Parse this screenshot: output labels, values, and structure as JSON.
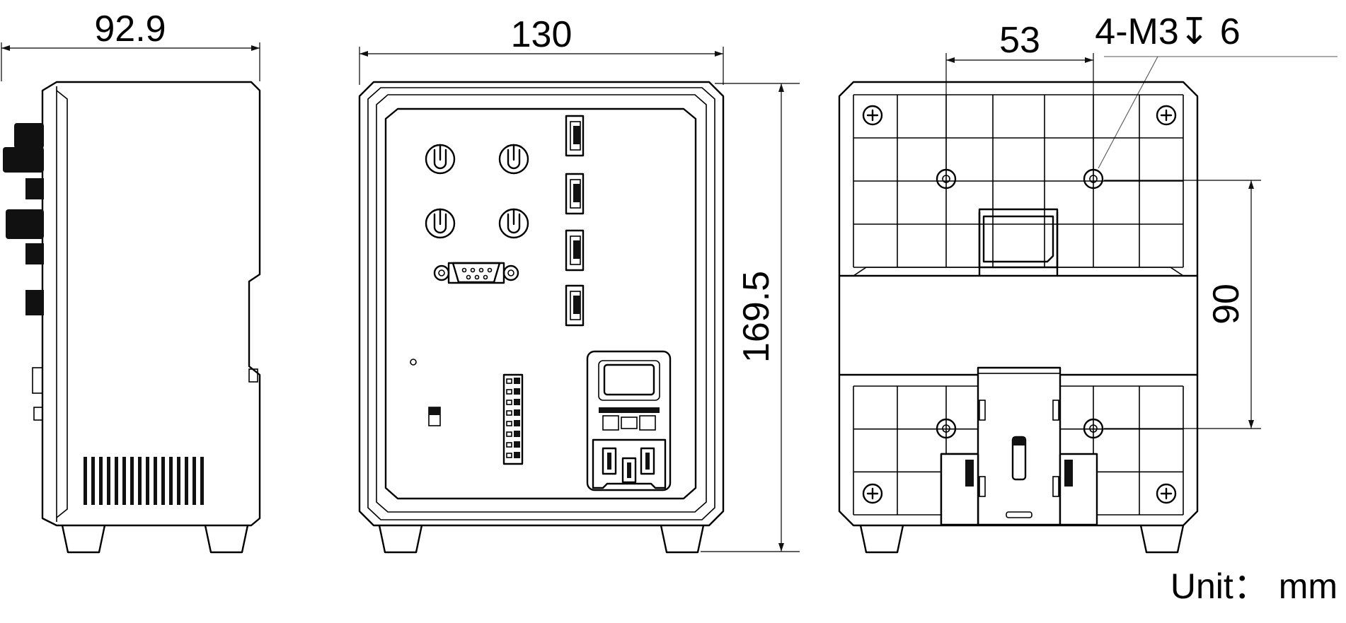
{
  "dimensions": {
    "side_width": "92.9",
    "front_width": "130",
    "front_height": "169.5",
    "rear_hole_spacing_h": "53",
    "rear_hole_spacing_v": "90",
    "thread_callout": "4-M3↧ 6"
  },
  "unit_label": "Unit： mm",
  "colors": {
    "line": "#000000",
    "background": "#ffffff"
  }
}
